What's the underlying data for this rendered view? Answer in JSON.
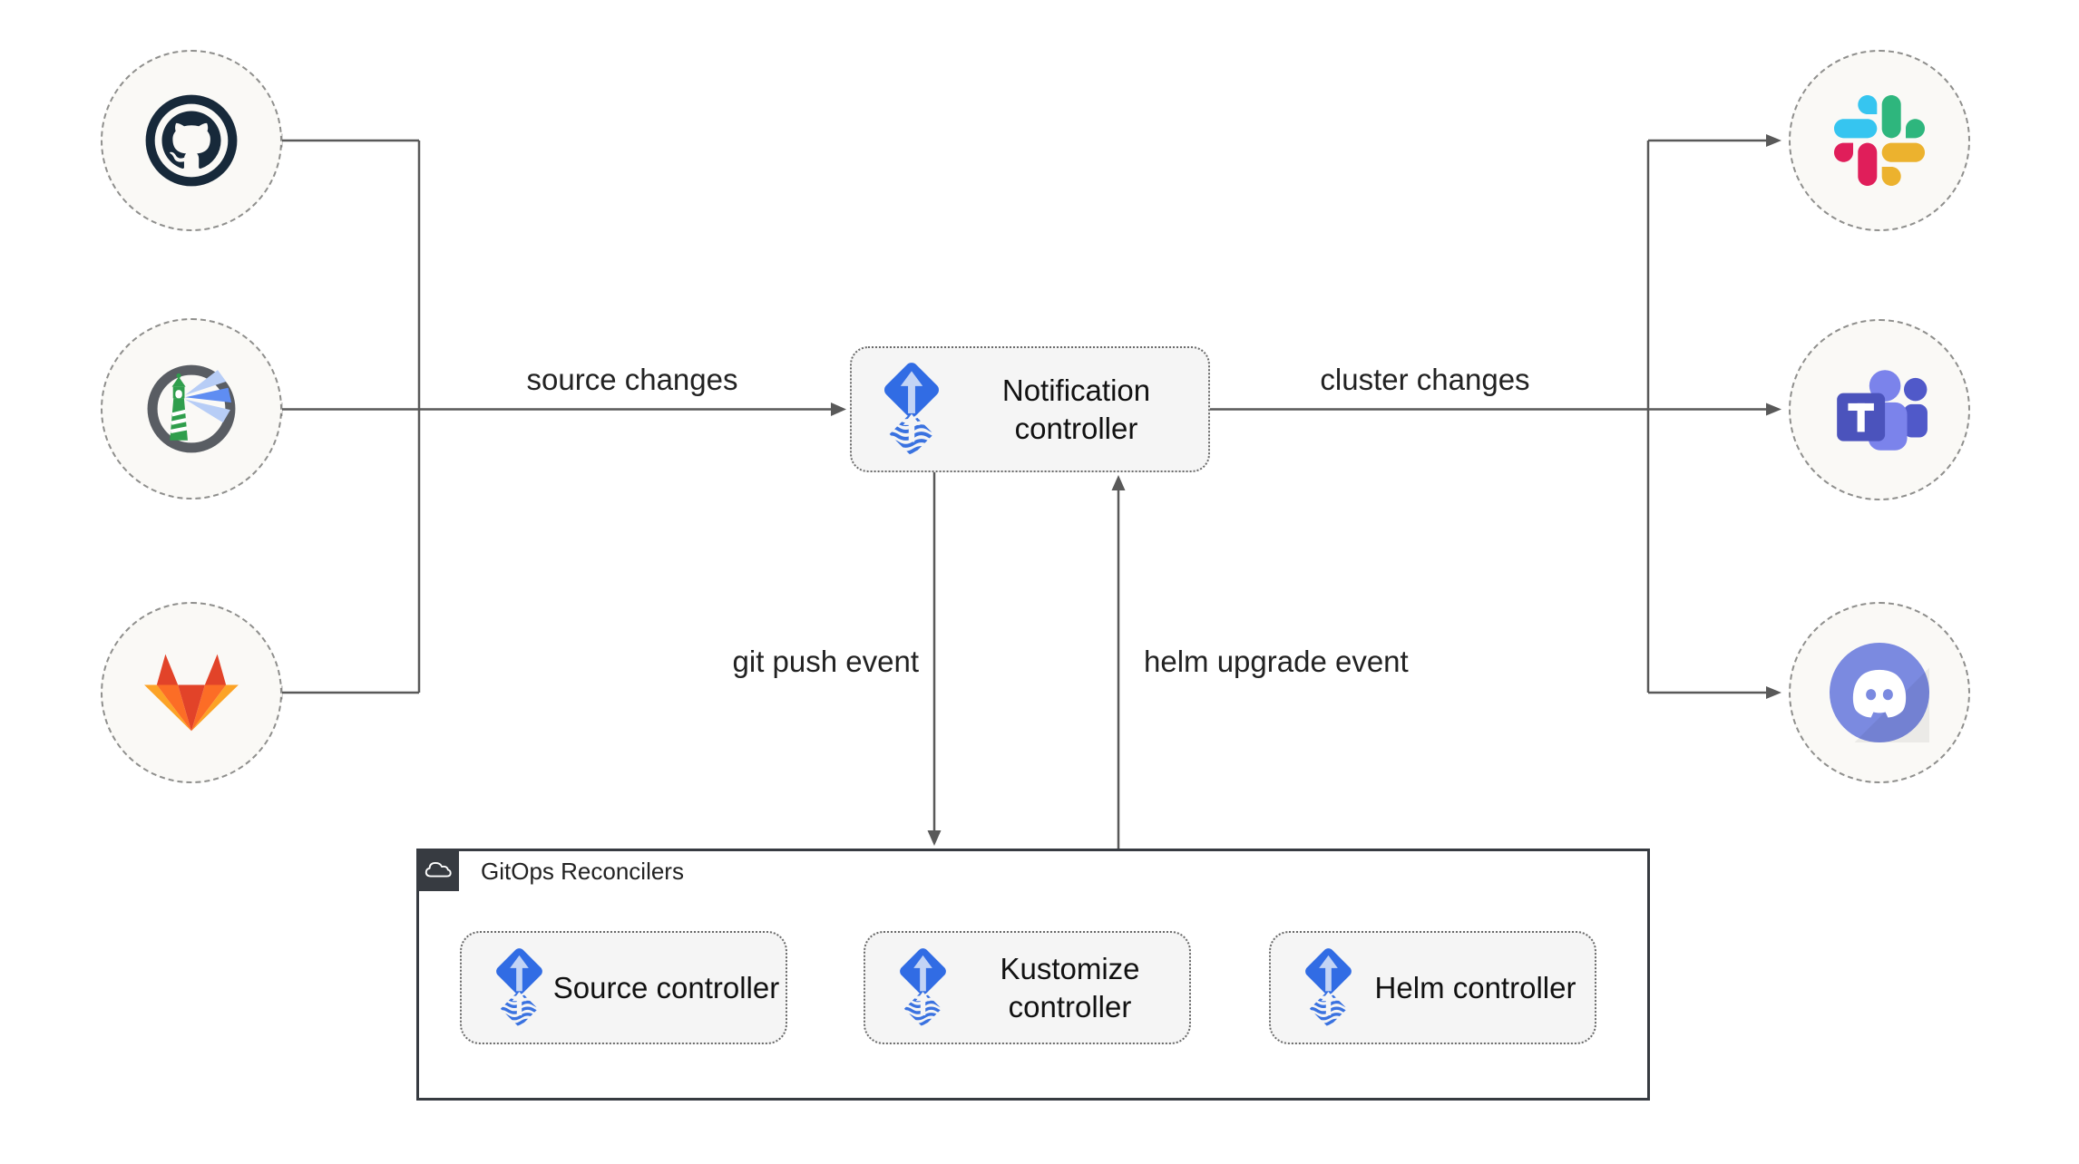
{
  "diagram": {
    "left_nodes": [
      {
        "id": "github",
        "icon": "github-icon"
      },
      {
        "id": "harbor",
        "icon": "harbor-icon"
      },
      {
        "id": "gitlab",
        "icon": "gitlab-icon"
      }
    ],
    "right_nodes": [
      {
        "id": "slack",
        "icon": "slack-icon"
      },
      {
        "id": "teams",
        "icon": "ms-teams-icon"
      },
      {
        "id": "discord",
        "icon": "discord-icon"
      }
    ],
    "notification": {
      "label": "Notification controller",
      "icon": "flux-icon"
    },
    "reconcilers": {
      "title": "GitOps Reconcilers",
      "badge_icon": "cloud-icon",
      "controllers": [
        {
          "label": "Source controller",
          "icon": "flux-icon"
        },
        {
          "label": "Kustomize controller",
          "icon": "flux-icon"
        },
        {
          "label": "Helm controller",
          "icon": "flux-icon"
        }
      ]
    },
    "edge_labels": {
      "source_changes": "source changes",
      "cluster_changes": "cluster changes",
      "git_push": "git push event",
      "helm_upgrade": "helm upgrade event"
    },
    "colors": {
      "flux_blue": "#316ce4",
      "edge_gray": "#595959",
      "box_fill": "#f5f5f5",
      "circle_fill": "#faf9f6",
      "container_border": "#373b41",
      "github_dark": "#17293a",
      "harbor_green": "#2f9e4c",
      "gitlab_red": "#e24329",
      "gitlab_orange": "#fc6d26",
      "gitlab_yellow": "#fca326",
      "slack_blue": "#36c5f0",
      "slack_green": "#2eb67d",
      "slack_yellow": "#ecb22e",
      "slack_red": "#e01e5a",
      "teams_purple": "#4b53bc",
      "discord_blurple": "#7289da"
    }
  }
}
